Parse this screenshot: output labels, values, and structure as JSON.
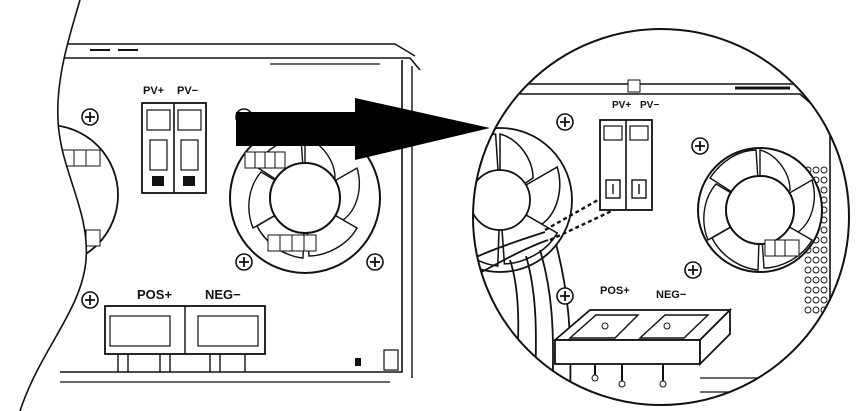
{
  "labels": {
    "left_pv_plus": "PV+",
    "left_pv_minus": "PV−",
    "left_pos": "POS+",
    "left_neg": "NEG−",
    "right_pv_plus": "PV+",
    "right_pv_minus": "PV−",
    "right_pos": "POS+",
    "right_neg": "NEG−"
  },
  "icons": {
    "screw": "plus-screw-icon",
    "arrow": "right-arrow-icon",
    "fan": "fan-icon"
  },
  "colors": {
    "line": "#111111",
    "arrow": "#000000",
    "background": "#ffffff"
  }
}
